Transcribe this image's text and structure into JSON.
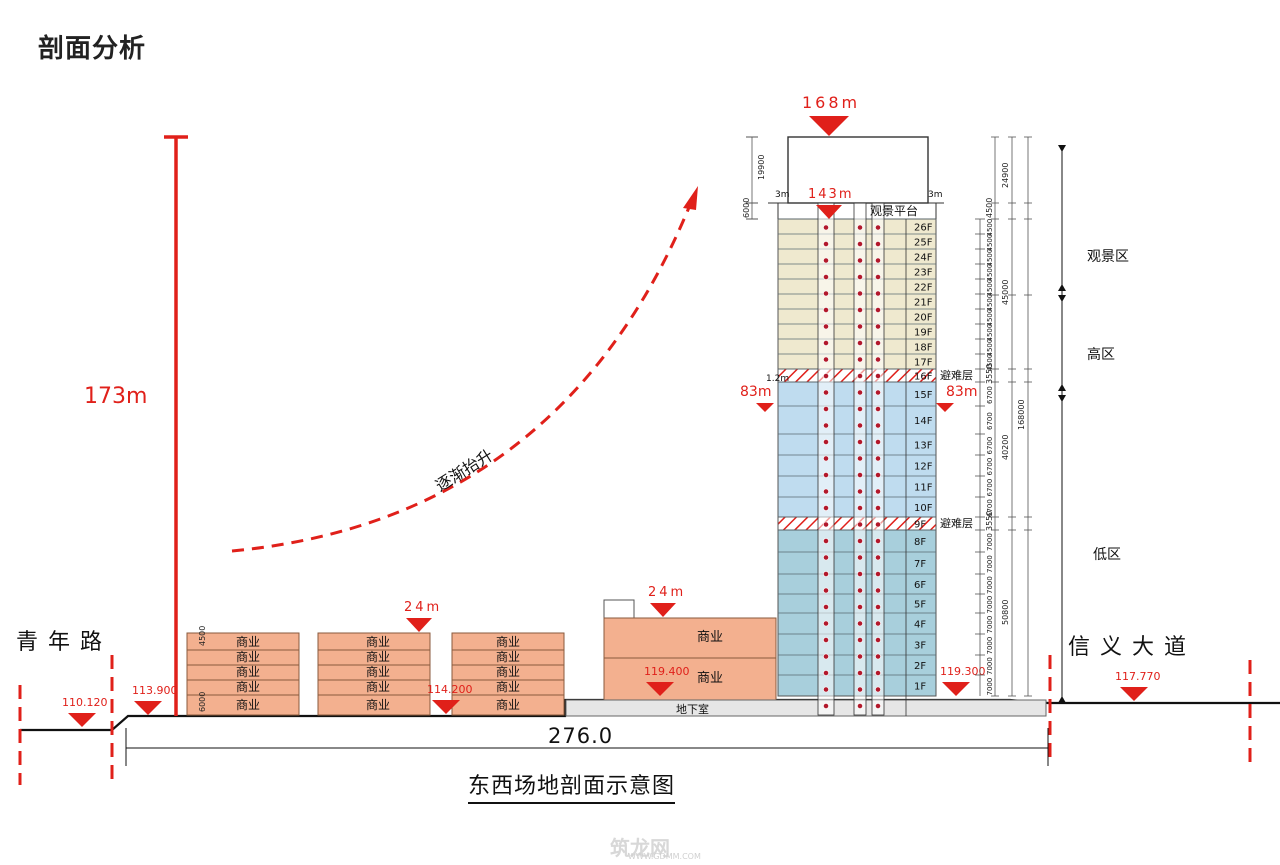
{
  "title": "剖面分析",
  "caption": "东西场地剖面示意图",
  "roads": {
    "west": "青年路",
    "east": "信义大道"
  },
  "total_height": "173m",
  "rising_label": "逐渐抬升",
  "site_width": "276.0",
  "basement": "地下室",
  "commercial_label": "商业",
  "tower_heights": {
    "top": "168m",
    "roof": "143m",
    "mid": "83m",
    "podium": "24m"
  },
  "setbacks": {
    "three_m": "3m",
    "one_two_m": "1.2m"
  },
  "observation_platform": "观景平台",
  "refuge_floor": "避难层",
  "zones": {
    "view": "观景区",
    "high": "高区",
    "low": "低区"
  },
  "elevations": {
    "w_road": "110.120",
    "w_site": "113.900",
    "mid": "114.200",
    "podium": "119.400",
    "tower": "119.300",
    "e_road": "117.770"
  },
  "floors": [
    "1F",
    "2F",
    "3F",
    "4F",
    "5F",
    "6F",
    "7F",
    "8F",
    "9F",
    "10F",
    "11F",
    "12F",
    "13F",
    "14F",
    "15F",
    "16F",
    "17F",
    "18F",
    "19F",
    "20F",
    "21F",
    "22F",
    "23F",
    "24F",
    "25F",
    "26F"
  ],
  "dims": {
    "left_top": "19900",
    "left_platform": "6000",
    "right_top": "24900",
    "right_platform": "4500",
    "view": "45000",
    "refuge": "3550",
    "mid": "40200",
    "low": "50800",
    "total": "168000",
    "floor_view": "4500",
    "floor_mid": "6700",
    "floor_low": "7000",
    "floor_ground": "7000",
    "comm_a": "4500",
    "comm_b": "6000"
  },
  "watermark": "筑龙网",
  "watermark_url": "WWW.GDMM.COM",
  "colors": {
    "red": "#e0201a",
    "commercial": "#f3b08f",
    "tower_top": "#efe9cf",
    "tower_mid": "#bfdcef",
    "tower_low": "#a8cfdc"
  }
}
